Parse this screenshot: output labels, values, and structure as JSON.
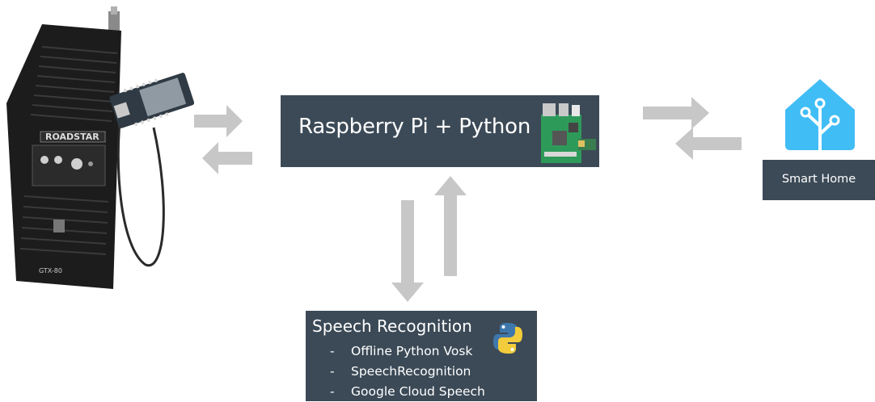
{
  "rpi_box": {
    "title": "Raspberry Pi + Python"
  },
  "speech_box": {
    "title": "Speech Recognition",
    "items": [
      {
        "dash": "-",
        "label": "Offline Python Vosk"
      },
      {
        "dash": "-",
        "label": "SpeechRecognition"
      },
      {
        "dash": "-",
        "label": "Google Cloud Speech"
      }
    ]
  },
  "smart_home_box": {
    "label": "Smart Home"
  },
  "radio": {
    "brand_text": "ROADSTAR",
    "model_text": "GTX-80"
  },
  "icons": [
    "walkie-talkie-radio-image",
    "esp32-board-image",
    "raspberry-pi-board-icon",
    "python-logo-icon",
    "home-assistant-logo-icon"
  ],
  "colors": {
    "box_background": "#3c4a57",
    "arrow": "#c7c7c7",
    "home_assistant_blue": "#41bdf5",
    "box_text": "#ffffff"
  }
}
